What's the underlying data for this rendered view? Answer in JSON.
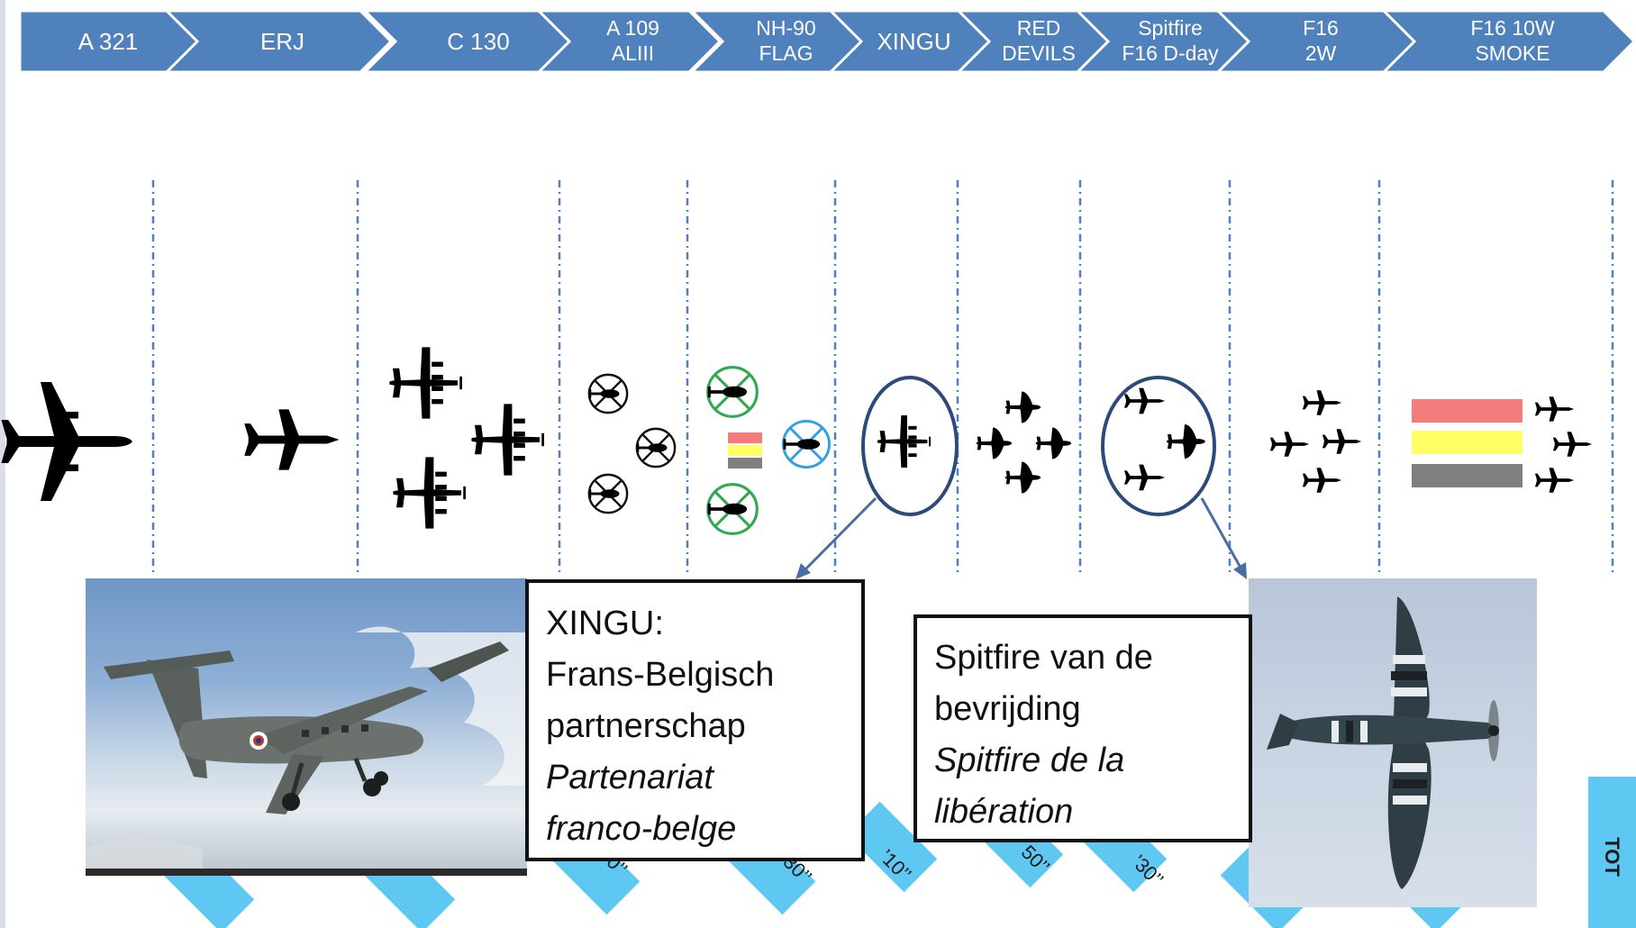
{
  "colors": {
    "chevron_fill": "#4f81bd",
    "divider": "#4f81bd",
    "marker_tab": "#5ec8f2",
    "belgian_red": "#f47c7c",
    "belgian_yellow": "#ffff66",
    "belgian_black": "#7f7f7f",
    "nh90_ring": "#2fa84f",
    "a109_ring": "#111111",
    "highlight_ring": "#2c4a7c"
  },
  "timeline": {
    "segments": [
      {
        "lines": [
          "A 321"
        ]
      },
      {
        "lines": [
          "ERJ"
        ]
      },
      {
        "lines": [
          "C 130"
        ]
      },
      {
        "lines": [
          "A 109",
          "ALIII"
        ]
      },
      {
        "lines": [
          "NH-90",
          "FLAG"
        ]
      },
      {
        "lines": [
          "XINGU"
        ]
      },
      {
        "lines": [
          "RED",
          "DEVILS"
        ]
      },
      {
        "lines": [
          "Spitfire",
          "F16 D-day"
        ]
      },
      {
        "lines": [
          "F16",
          "2W"
        ]
      },
      {
        "lines": [
          "F16 10W",
          "SMOKE"
        ]
      }
    ]
  },
  "formations": [
    {
      "name": "A 321",
      "icon": "airliner-icon"
    },
    {
      "name": "ERJ",
      "icon": "regional-jet-icon"
    },
    {
      "name": "C 130",
      "icon": "transport-plane-icon"
    },
    {
      "name": "A 109 ALIII",
      "icon": "helicopter-icon"
    },
    {
      "name": "NH-90 FLAG",
      "icon": "helicopter-icon"
    },
    {
      "name": "XINGU",
      "icon": "turboprop-icon"
    },
    {
      "name": "RED DEVILS",
      "icon": "propeller-plane-icon"
    },
    {
      "name": "Spitfire F16 D-day",
      "icon": "fighter-jet-icon"
    },
    {
      "name": "F16 2W",
      "icon": "fighter-jet-icon"
    },
    {
      "name": "F16 10W SMOKE",
      "icon": "fighter-jet-icon"
    }
  ],
  "callouts": {
    "xingu": {
      "title": "XINGU:",
      "line1": "Frans-Belgisch",
      "line2": "partnerschap",
      "italic1": "Partenariat",
      "italic2": "franco-belge"
    },
    "spitfire": {
      "line1": "Spitfire van de",
      "line2": "bevrijding",
      "italic1": "Spitfire de la",
      "italic2": "libération"
    }
  },
  "markers": {
    "partial_labels": [
      "0’’",
      "30’’",
      "’10’’",
      "’ 50’’",
      "’30’’"
    ],
    "tot": "TOT"
  }
}
